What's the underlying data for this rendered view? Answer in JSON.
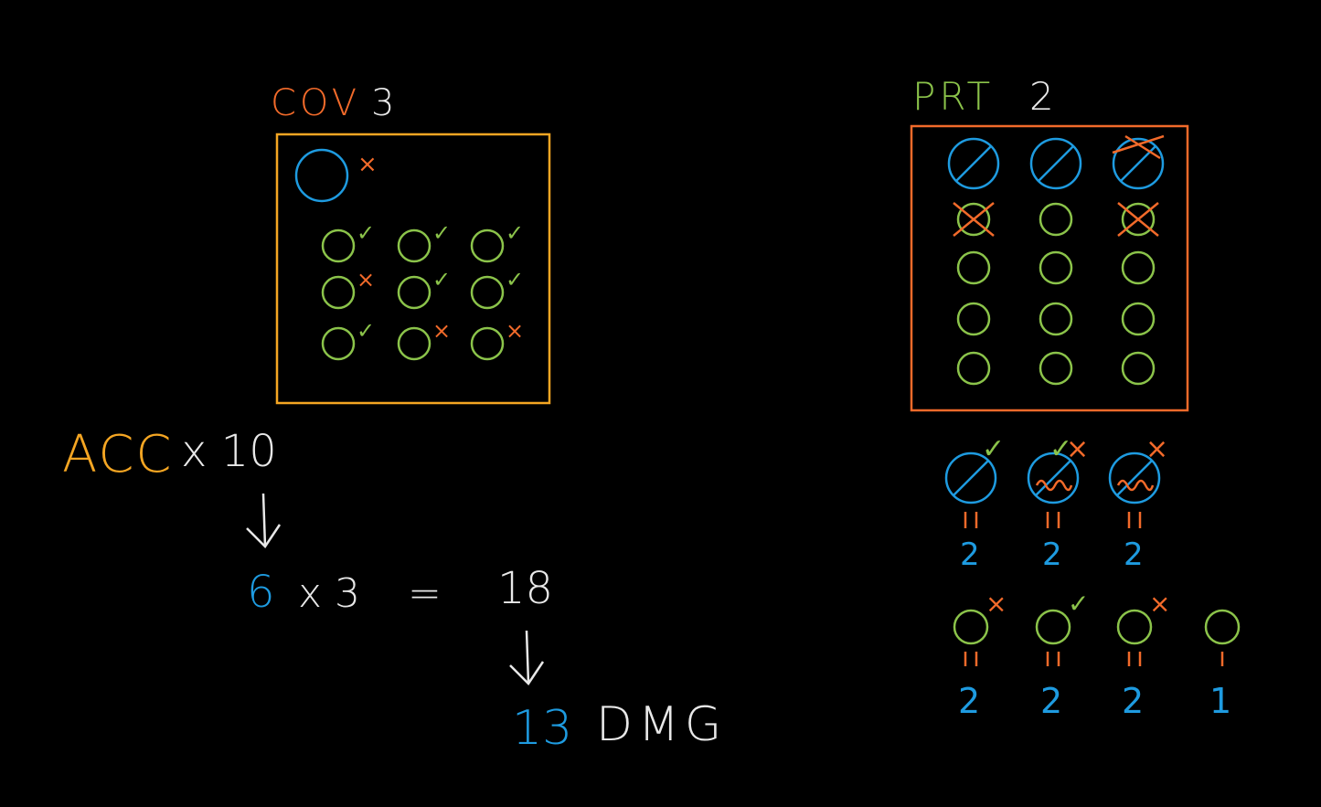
{
  "colors": {
    "background": "#000000",
    "white": "#e8e8e8",
    "orange": "#f26a2a",
    "amber": "#f5a623",
    "green": "#8bc34a",
    "blue": "#1e9be0"
  },
  "cover": {
    "label": "COV",
    "value": "3",
    "big_mark": "×",
    "grid_marks": [
      "✓",
      "✓",
      "✓",
      "×",
      "✓",
      "✓",
      "✓",
      "×",
      "×"
    ]
  },
  "accuracy": {
    "label": "ACC",
    "multiplier": "x 10"
  },
  "calc": {
    "hits": "6",
    "times": "x 3",
    "equals": "=",
    "result": "18",
    "damage_value": "13",
    "damage_label": "DMG"
  },
  "protection": {
    "label": "PRT",
    "value": "2",
    "large_marks": [
      "✓",
      "✓ ×",
      "×"
    ],
    "large_counts": [
      "2",
      "2",
      "2"
    ],
    "small_marks": [
      "×",
      "✓",
      "×",
      ""
    ],
    "small_counts": [
      "2",
      "2",
      "2",
      "1"
    ]
  }
}
